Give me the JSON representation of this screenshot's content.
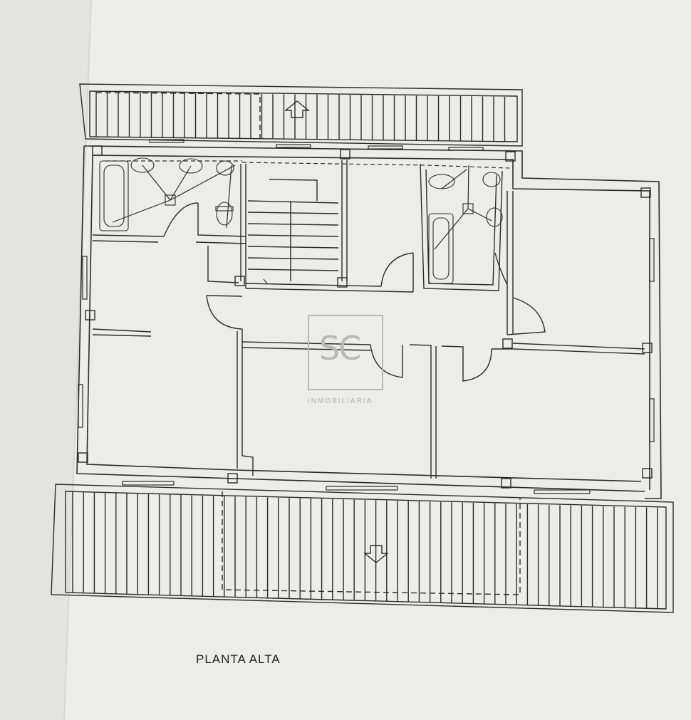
{
  "plan": {
    "title": "PLANTA ALTA"
  },
  "watermark": {
    "letters": "SC",
    "subtitle": "INMOBILIARIA"
  },
  "colors": {
    "paper": "#ecece8",
    "paper_margin": "#e2e2de",
    "ink": "#2b2b2b",
    "watermark": "#b8b8b6"
  },
  "icons": [
    "arrow-up-icon",
    "arrow-down-icon"
  ]
}
